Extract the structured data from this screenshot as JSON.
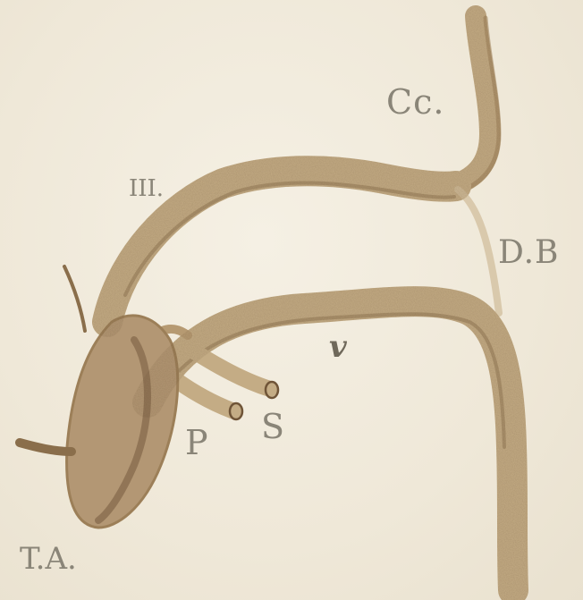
{
  "labels": {
    "cc": "Cc.",
    "iii": "III.",
    "db": "D.B",
    "v": "v",
    "s": "S",
    "p": "P",
    "ta": "T.A."
  },
  "colors": {
    "paper": "#f1ebdd",
    "vessel": "#c4ac85",
    "vessel_shade": "#8a6e4b",
    "label": "#8a8578"
  }
}
